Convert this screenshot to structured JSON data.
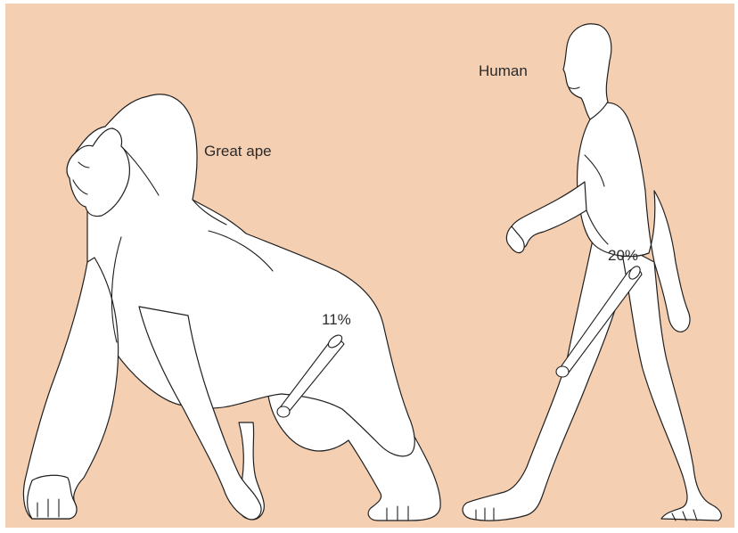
{
  "colors": {
    "background": "#f5cfb2",
    "figure_fill": "#ffffff",
    "outline": "#1f1f1f"
  },
  "figures": {
    "ape": {
      "label": "Great ape",
      "percent": "11%"
    },
    "human": {
      "label": "Human",
      "percent": "20%"
    }
  }
}
